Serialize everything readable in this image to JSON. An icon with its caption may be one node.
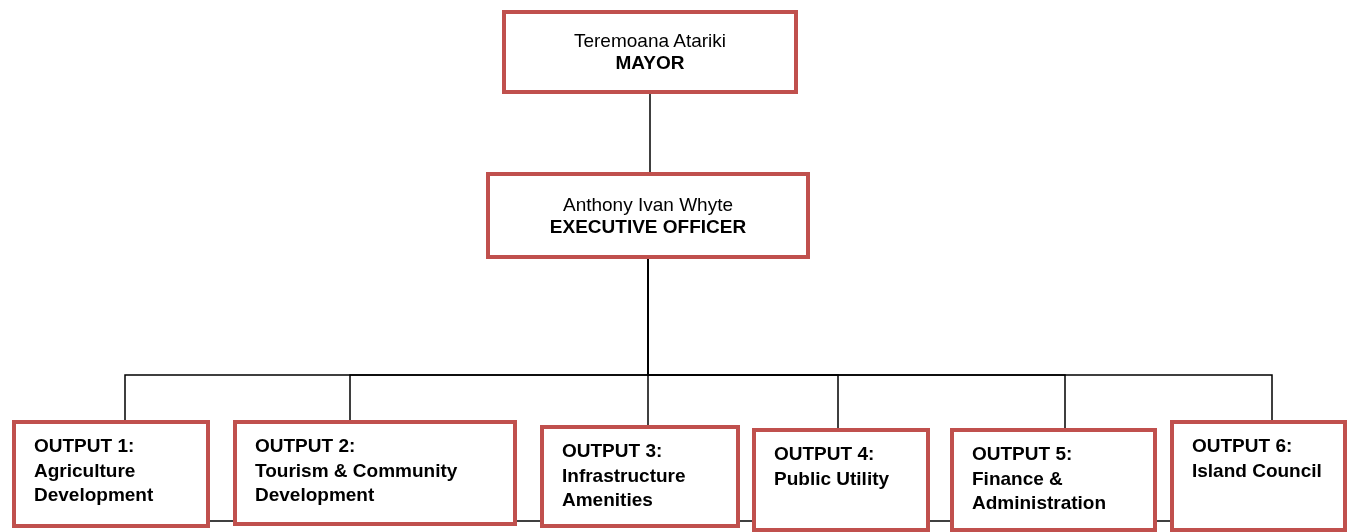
{
  "diagram": {
    "nodes": [
      {
        "text": [
          "Teremoana Atariki",
          "MAYOR"
        ]
      },
      {
        "text": [
          "Anthony Ivan Whyte",
          "EXECUTIVE OFFICER"
        ]
      },
      {
        "text": [
          "OUTPUT 1:",
          "Agriculture Development"
        ]
      },
      {
        "text": [
          "OUTPUT 2:",
          "Tourism & Community Development"
        ]
      },
      {
        "text": [
          "OUTPUT 3:",
          "Infrastructure Amenities"
        ]
      },
      {
        "text": [
          "OUTPUT 4:",
          "Public Utility"
        ]
      },
      {
        "text": [
          "OUTPUT 5:",
          "Finance & Administration"
        ]
      },
      {
        "text": [
          "OUTPUT 6:",
          "Island Council"
        ]
      }
    ],
    "edges": [
      {
        "from": 0,
        "to": 1,
        "arrow": "none"
      },
      {
        "from": 1,
        "to": 2,
        "arrow": "none"
      },
      {
        "from": 1,
        "to": 3,
        "arrow": "none"
      },
      {
        "from": 1,
        "to": 4,
        "arrow": "none"
      },
      {
        "from": 1,
        "to": 5,
        "arrow": "none"
      },
      {
        "from": 1,
        "to": 6,
        "arrow": "none"
      },
      {
        "from": 1,
        "to": 7,
        "arrow": "none"
      },
      {
        "from": 2,
        "to": 3,
        "arrow": "none"
      },
      {
        "from": 3,
        "to": 4,
        "arrow": "none"
      },
      {
        "from": 4,
        "to": 5,
        "arrow": "none"
      },
      {
        "from": 5,
        "to": 6,
        "arrow": "none"
      },
      {
        "from": 6,
        "to": 7,
        "arrow": "none"
      }
    ]
  }
}
